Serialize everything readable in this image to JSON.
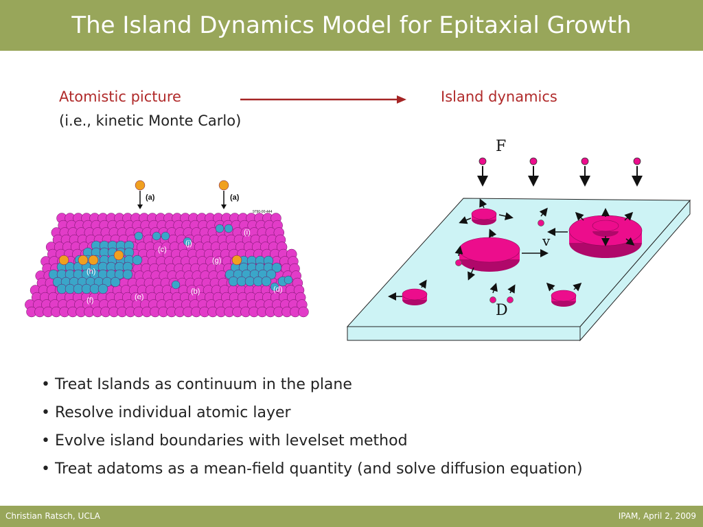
{
  "title": "The Island Dynamics Model for Epitaxial Growth",
  "left_heading": "Atomistic picture",
  "left_subheading": "(i.e., kinetic Monte Carlo)",
  "right_heading": "Island dynamics",
  "kmc_figure": {
    "labels_top": [
      "(a)",
      "(a)"
    ],
    "labels": [
      "(b)",
      "(c)",
      "(d)",
      "(e)",
      "(f)",
      "(g)",
      "(h)",
      "(i)",
      "(j)"
    ],
    "figure_id": "9790-00-444"
  },
  "island_figure": {
    "flux_label": "F",
    "velocity_label": "v",
    "diffusion_label": "D"
  },
  "bullets": [
    "• Treat Islands as continuum in the plane",
    "• Resolve individual atomic layer",
    "• Evolve island boundaries with levelset method",
    "• Treat adatoms as a mean-field quantity (and solve diffusion equation)"
  ],
  "footer": {
    "left": "Christian Ratsch, UCLA",
    "right": "IPAM, April 2, 2009"
  },
  "colors": {
    "bar": "#98a65a",
    "heading_red": "#b02a2a",
    "substrate_blue": "#cdf3f5",
    "island_magenta": "#ec0d8c",
    "atom_magenta": "#e23cc8",
    "atom_cyan": "#3aa6c9",
    "adatom_orange": "#f0a020"
  }
}
